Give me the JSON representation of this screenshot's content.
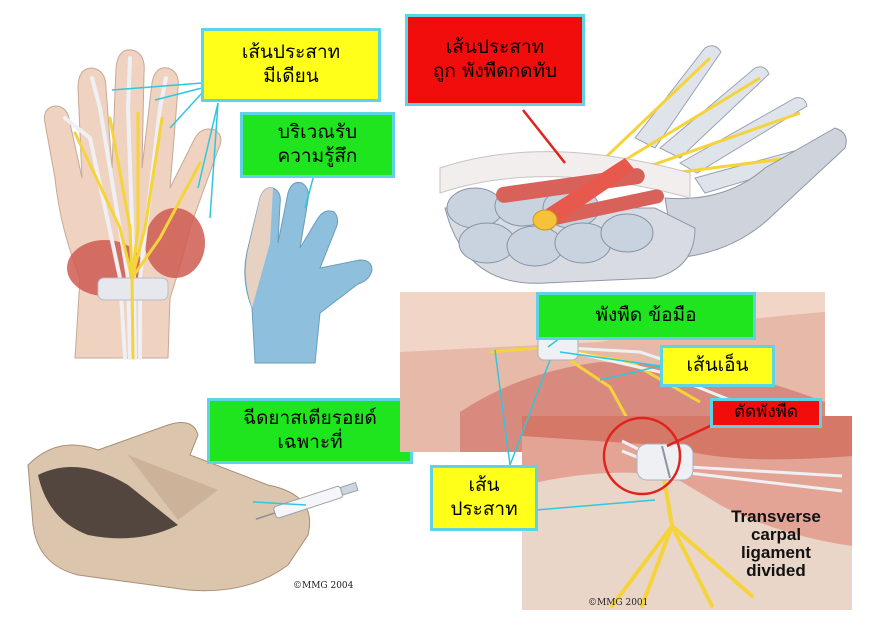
{
  "labels": {
    "nerve_single": {
      "line1": "เส้นประสาท",
      "line2": "มีเดียน"
    },
    "sensation_area": {
      "line1": "บริเวณรับ",
      "line2": "ความรู้สึก"
    },
    "nerve_compressed": {
      "line1": "เส้นประสาท",
      "line2": "ถูก พังพืดกดทับ"
    },
    "steroid_injection": {
      "line1": "ฉีดยาสเตียรอยด์",
      "line2": "เฉพาะที่"
    },
    "wrist_ligament": "พังพืด ข้อมือ",
    "tendon": "เส้นเอ็น",
    "cut_ligament": "ตัดพังพืด",
    "nerve_bottom": {
      "line1": "เส้น",
      "line2": "ประสาท"
    }
  },
  "caption": {
    "line1": "Transverse",
    "line2": "carpal",
    "line3": "ligament",
    "line4": "divided"
  },
  "credits": {
    "injection": "©MMG 2004",
    "surgery": "©MMG 2001"
  },
  "colors": {
    "yellow": "#ffff1a",
    "green": "#1ee51e",
    "red": "#f20d0d",
    "border": "#5fd3e6",
    "nerve": "#f5d33a",
    "muscle": "#d9605a"
  }
}
